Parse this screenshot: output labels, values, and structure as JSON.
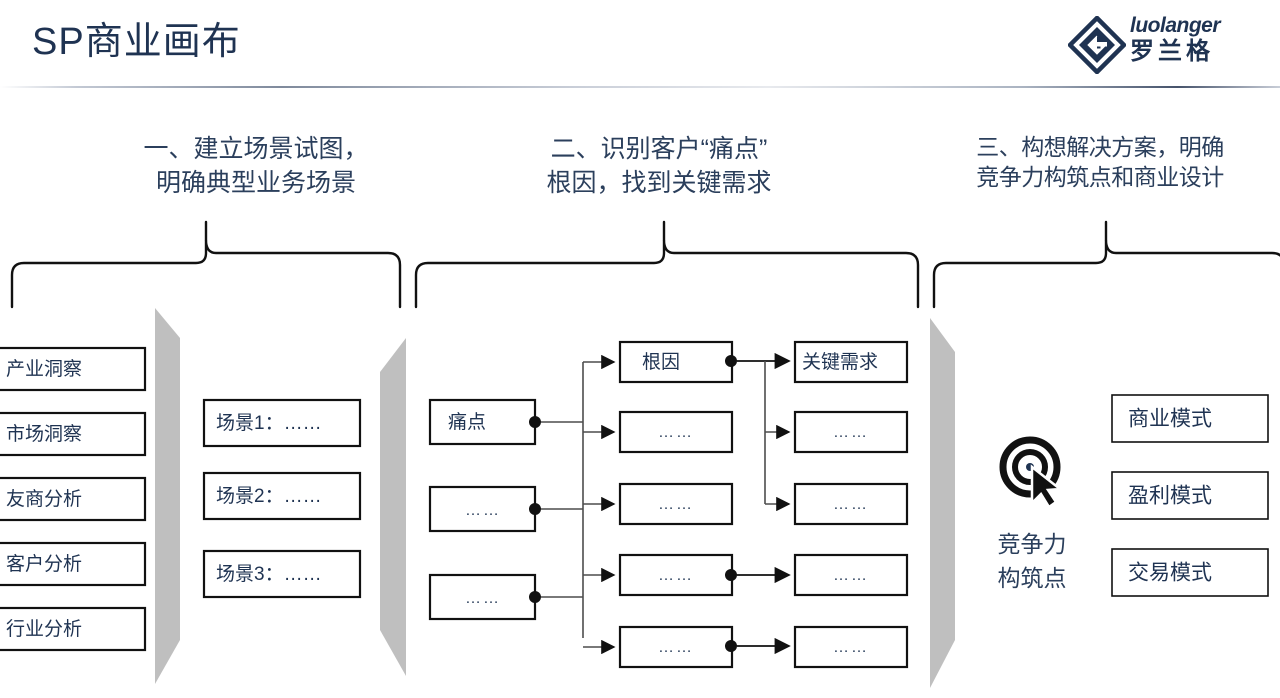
{
  "header": {
    "title": "SP商业画布",
    "logo": {
      "mark": "diamond-g-logo",
      "latin": "luolanger",
      "chinese": "罗兰格"
    }
  },
  "sections": [
    {
      "id": "one",
      "heading": "一、建立场景试图，\n明确典型业务场景"
    },
    {
      "id": "two",
      "heading": "二、识别客户“痛点”\n根因，找到关键需求"
    },
    {
      "id": "three",
      "heading": "三、构想解决方案，明确\n竞争力构筑点和商业设计"
    }
  ],
  "column_inputs": {
    "name": "insight-column",
    "items": [
      {
        "label": "产业洞察"
      },
      {
        "label": "市场洞察"
      },
      {
        "label": "友商分析"
      },
      {
        "label": "客户分析"
      },
      {
        "label": "行业分析"
      }
    ]
  },
  "column_scenarios": {
    "name": "scenario-column",
    "items": [
      {
        "label": "场景1：……"
      },
      {
        "label": "场景2：……"
      },
      {
        "label": "场景3：……"
      }
    ]
  },
  "painpoint_flow": {
    "pain_points": [
      {
        "label": "痛点"
      },
      {
        "label": "……"
      },
      {
        "label": "……"
      }
    ],
    "root_causes": [
      {
        "label": "根因"
      },
      {
        "label": "……"
      },
      {
        "label": "……"
      },
      {
        "label": "……"
      },
      {
        "label": "……"
      }
    ],
    "key_needs": [
      {
        "label": "关键需求"
      },
      {
        "label": "……"
      },
      {
        "label": "……"
      },
      {
        "label": "……"
      },
      {
        "label": "……"
      }
    ]
  },
  "competitiveness": {
    "icon": "target-cursor-icon",
    "caption_line1": "竞争力",
    "caption_line2": "构筑点"
  },
  "design_models": {
    "items": [
      {
        "label": "商业模式"
      },
      {
        "label": "盈利模式"
      },
      {
        "label": "交易模式"
      }
    ]
  },
  "colors": {
    "brand_navy": "#1f3352",
    "text_navy": "#2b3f5c",
    "wedge_gray": "#bfbfbf",
    "line_black": "#111111",
    "background": "#ffffff"
  }
}
